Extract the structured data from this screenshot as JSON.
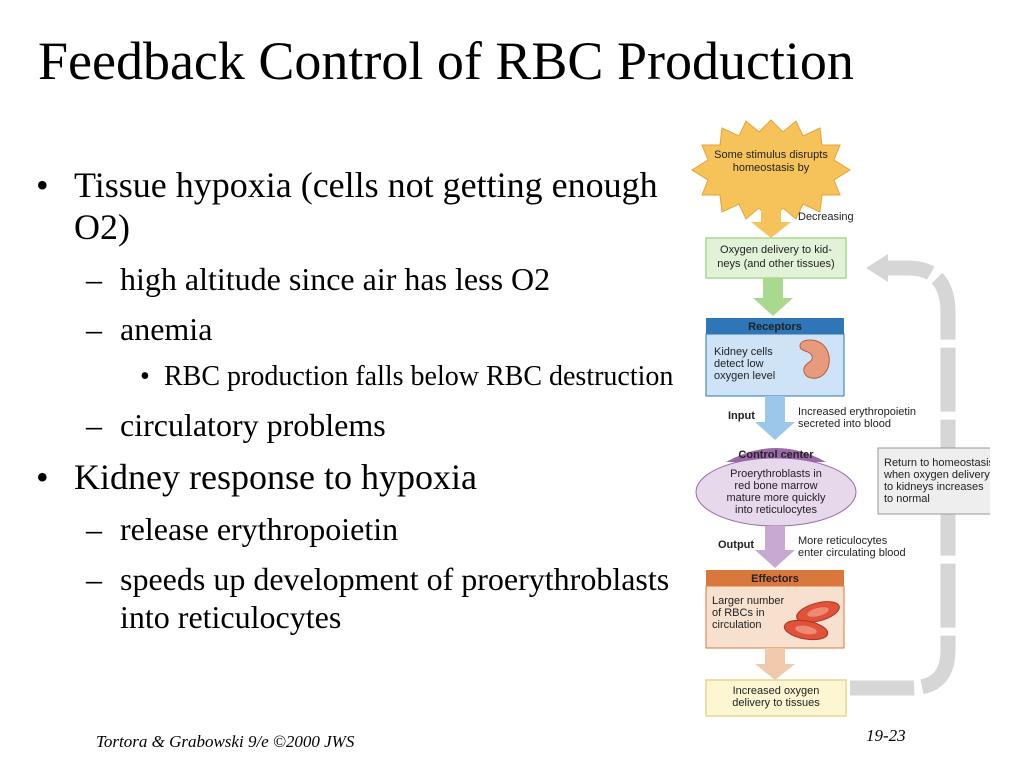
{
  "slide": {
    "title": "Feedback Control of RBC Production",
    "bullets": {
      "b1": "Tissue hypoxia (cells not getting enough O2)",
      "b1_sub1": "high altitude since air has less O2",
      "b1_sub2": "anemia",
      "b1_sub2_sub1": "RBC production falls below RBC destruction",
      "b1_sub3": "circulatory problems",
      "b2": "Kidney response to hypoxia",
      "b2_sub1": "release erythropoietin",
      "b2_sub2": "speeds up development of proerythroblasts into reticulocytes"
    },
    "markers": {
      "bullet": "•",
      "dash": "–"
    },
    "footer": {
      "left": "Tortora & Grabowski 9/e ©2000 JWS",
      "right": "19-23"
    }
  },
  "diagram": {
    "stimulus": [
      "Some stimulus disrupts",
      "homeostasis by"
    ],
    "decreasing": "Decreasing",
    "controlled": [
      "Oxygen delivery to kid-",
      "neys (and other tissues)"
    ],
    "receptors_title": "Receptors",
    "receptors_body": [
      "Kidney cells",
      "detect low",
      "oxygen level"
    ],
    "input_label": "Input",
    "input_text": [
      "Increased erythropoietin",
      "secreted into blood"
    ],
    "control_title": "Control center",
    "control_body": [
      "Proerythroblasts in",
      "red bone marrow",
      "mature more quickly",
      "into reticulocytes"
    ],
    "output_label": "Output",
    "output_text": [
      "More reticulocytes",
      "enter circulating blood"
    ],
    "effectors_title": "Effectors",
    "effectors_body": [
      "Larger number",
      "of RBCs in",
      "circulation"
    ],
    "result": [
      "Increased oxygen",
      "delivery to tissues"
    ],
    "return": [
      "Return to homeostasis",
      "when oxygen delivery",
      "to kidneys increases",
      "to normal"
    ],
    "colors": {
      "stimulus": "#f6c35a",
      "green_arrow": "#a9d98f",
      "blue_header": "#2e76b8",
      "blue_body": "#cfe3f6",
      "purple_header": "#9a6aa8",
      "purple_body": "#e7d8ec",
      "orange_header": "#d9773c",
      "orange_body": "#f8e0cf",
      "result_fill": "#fdf6d3",
      "loop": "#d6d6d6"
    }
  }
}
